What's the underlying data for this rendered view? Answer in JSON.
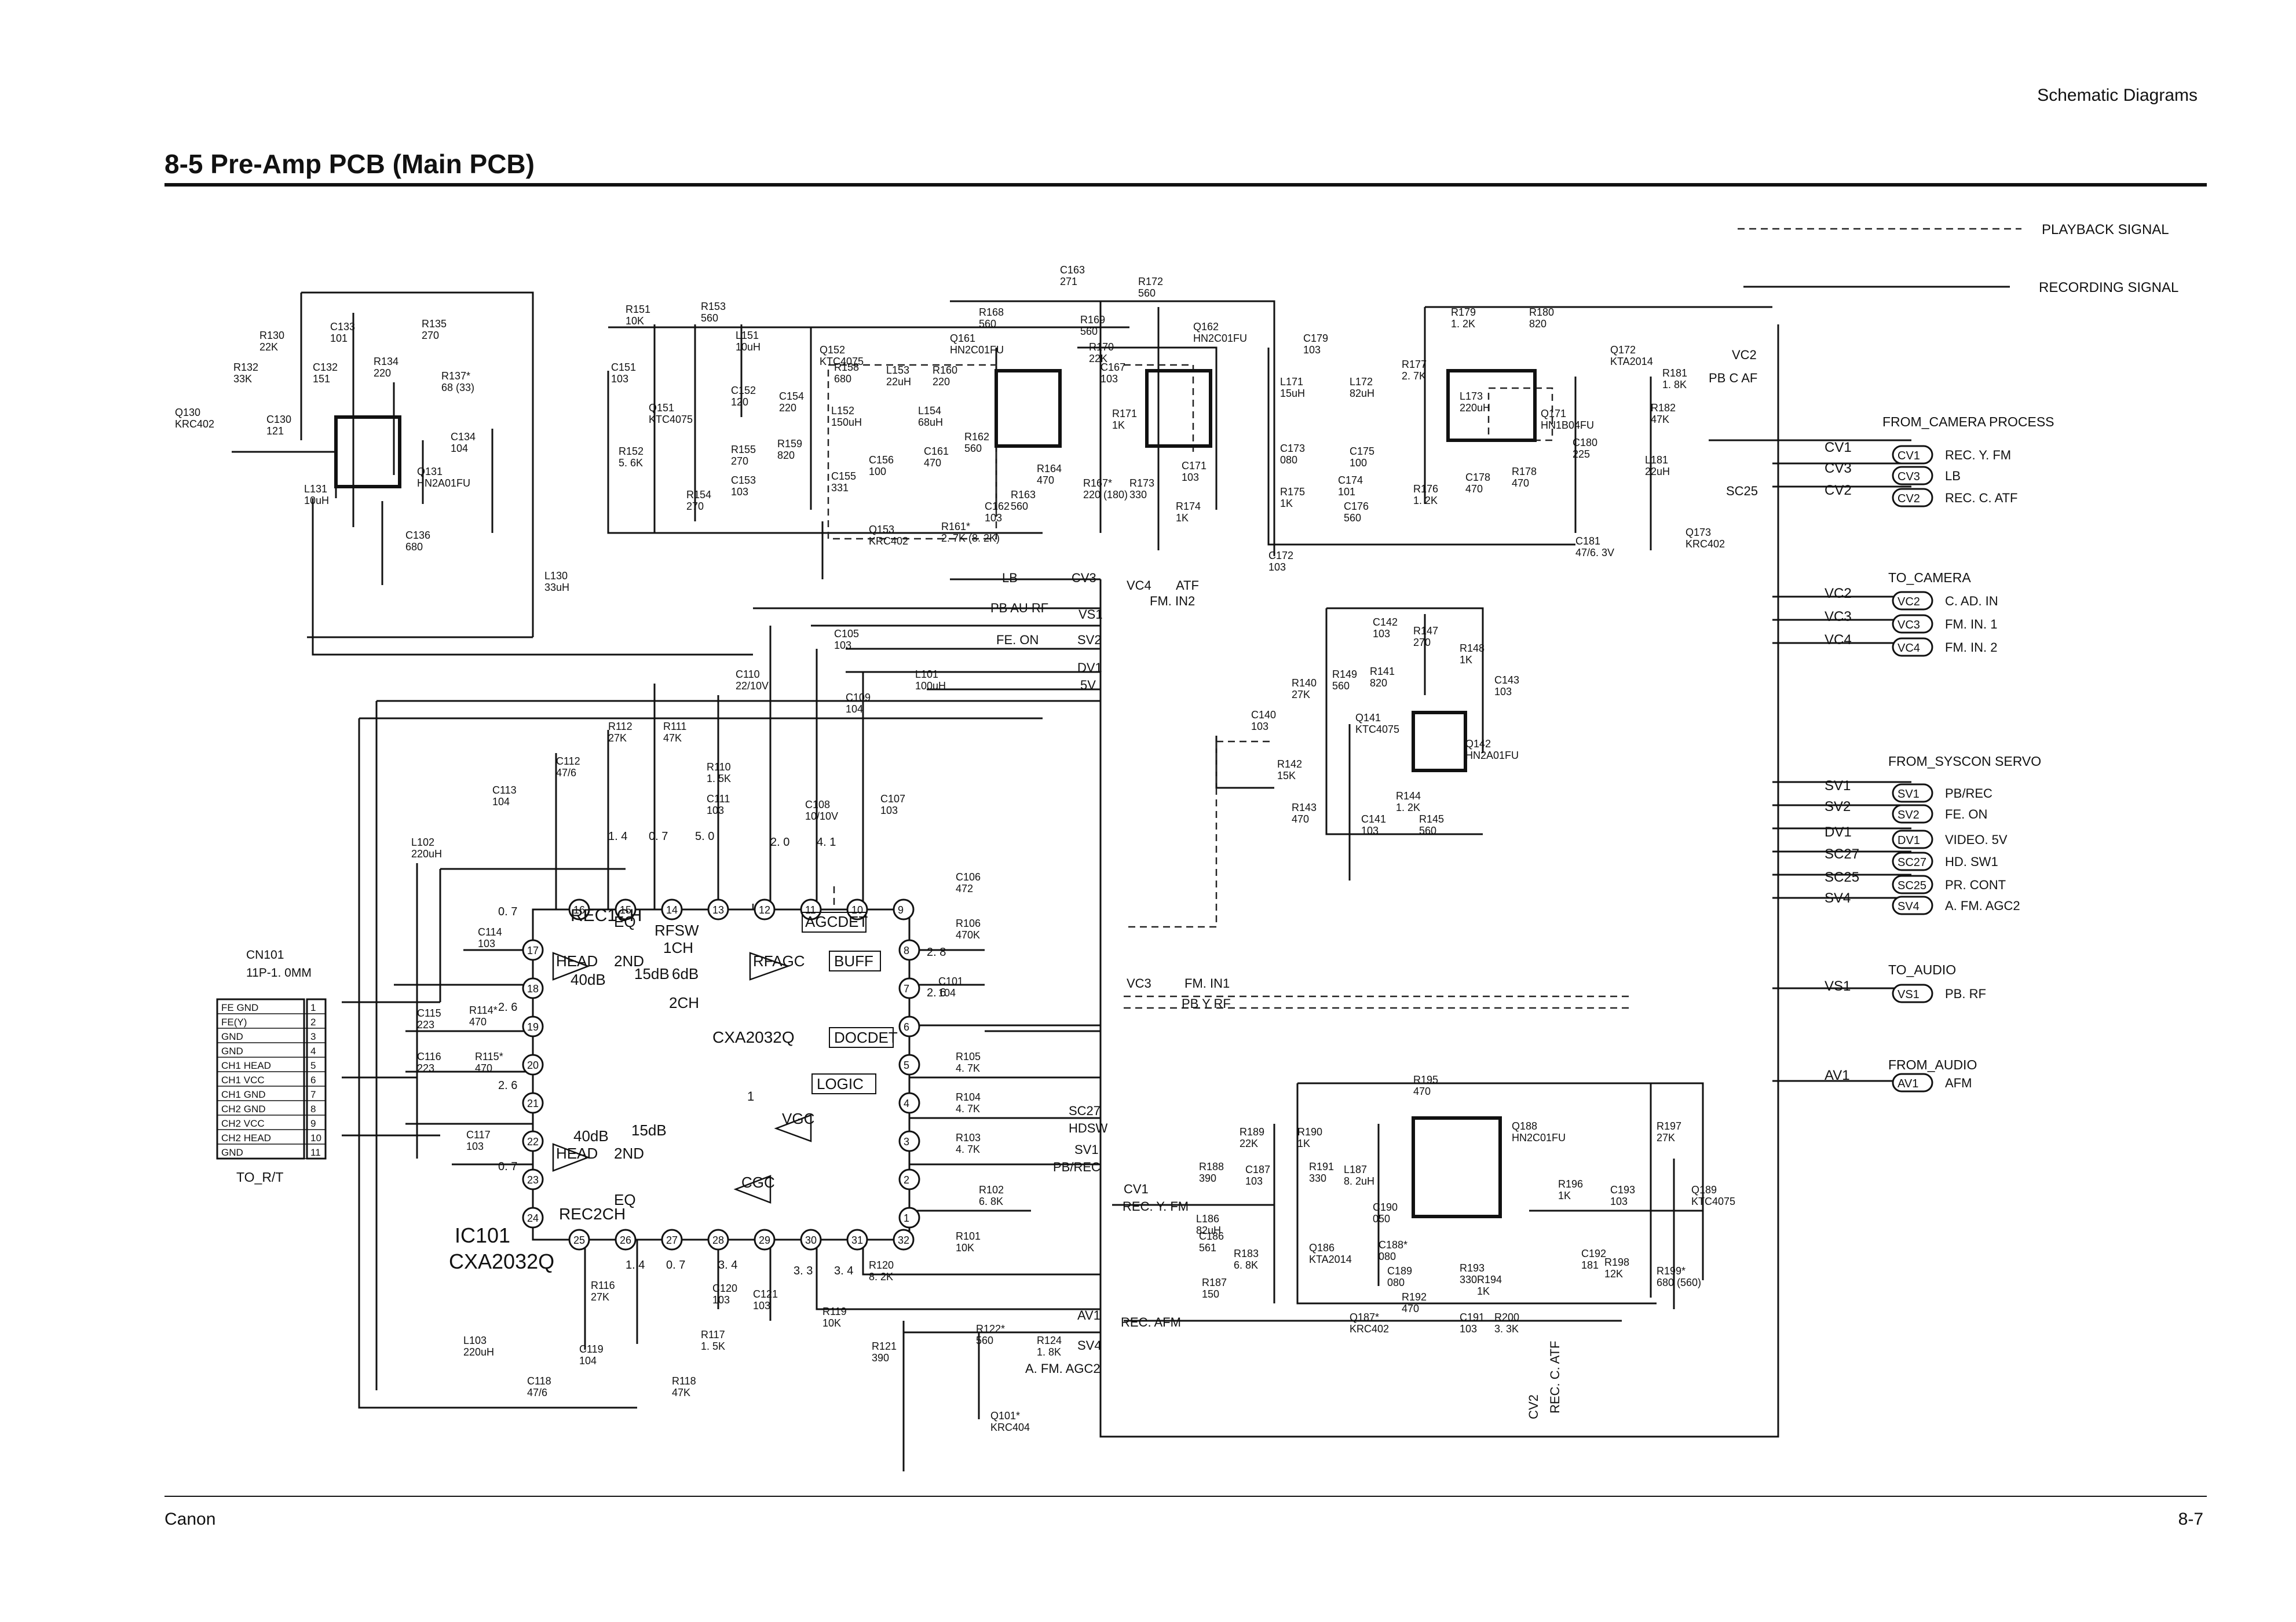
{
  "header": {
    "section": "Schematic Diagrams",
    "title": "8-5 Pre-Amp PCB (Main PCB)"
  },
  "footer": {
    "brand": "Canon",
    "page": "8-7"
  },
  "legend": {
    "playback": "PLAYBACK SIGNAL",
    "recording": "RECORDING SIGNAL"
  },
  "groups": {
    "from_camera_process": "FROM_CAMERA PROCESS",
    "to_camera": "TO_CAMERA",
    "from_syscon_servo": "FROM_SYSCON SERVO",
    "to_audio": "TO_AUDIO",
    "from_audio": "FROM_AUDIO",
    "to_rt": "TO_R/T"
  },
  "connectors": [
    {
      "net": "CV1",
      "tag": "CV1",
      "desc": "REC. Y. FM"
    },
    {
      "net": "CV3",
      "tag": "CV3",
      "desc": "LB"
    },
    {
      "net": "CV2",
      "tag": "CV2",
      "desc": "REC. C. ATF"
    },
    {
      "net": "VC2",
      "tag": "VC2",
      "desc": "C. AD. IN"
    },
    {
      "net": "VC3",
      "tag": "VC3",
      "desc": "FM. IN. 1"
    },
    {
      "net": "VC4",
      "tag": "VC4",
      "desc": "FM. IN. 2"
    },
    {
      "net": "SV1",
      "tag": "SV1",
      "desc": "PB/REC"
    },
    {
      "net": "SV2",
      "tag": "SV2",
      "desc": "FE. ON"
    },
    {
      "net": "DV1",
      "tag": "DV1",
      "desc": "VIDEO. 5V"
    },
    {
      "net": "SC27",
      "tag": "SC27",
      "desc": "HD. SW1"
    },
    {
      "net": "SC25",
      "tag": "SC25",
      "desc": "PR. CONT"
    },
    {
      "net": "SV4",
      "tag": "SV4",
      "desc": "A. FM. AGC2"
    },
    {
      "net": "VS1",
      "tag": "VS1",
      "desc": "PB. RF"
    },
    {
      "net": "AV1",
      "tag": "AV1",
      "desc": "AFM"
    }
  ],
  "cn101": {
    "ref": "CN101",
    "type": "11P-1. 0MM",
    "pins": [
      {
        "name": "FE GND",
        "num": "1"
      },
      {
        "name": "FE(Y)",
        "num": "2"
      },
      {
        "name": "GND",
        "num": "3"
      },
      {
        "name": "GND",
        "num": "4"
      },
      {
        "name": "CH1 HEAD",
        "num": "5"
      },
      {
        "name": "CH1 VCC",
        "num": "6"
      },
      {
        "name": "CH1 GND",
        "num": "7"
      },
      {
        "name": "CH2 GND",
        "num": "8"
      },
      {
        "name": "CH2 VCC",
        "num": "9"
      },
      {
        "name": "CH2 HEAD",
        "num": "10"
      },
      {
        "name": "GND",
        "num": "11"
      }
    ]
  },
  "ic101": {
    "ref": "IC101",
    "part": "CXA2032Q",
    "blocks": {
      "rec1": "REC1CH",
      "rec2": "REC2CH",
      "head": "HEAD",
      "gain40": "40dB",
      "gain15": "15dB",
      "second": "2ND",
      "eq": "EQ",
      "rfsw": "RFSW",
      "ch1": "1CH",
      "ch2": "2CH",
      "db6": "6dB",
      "rfagc": "RFAGC",
      "agcdet": "AGCDET",
      "buff": "BUFF",
      "docdet": "DOCDET",
      "logic": "LOGIC",
      "vgc": "VGC",
      "cgc": "CGC",
      "one": "1"
    },
    "pins_top": [
      "16",
      "15",
      "14",
      "13",
      "12",
      "11",
      "10",
      "9"
    ],
    "pins_left": [
      "17",
      "18",
      "19",
      "20",
      "21",
      "22",
      "23",
      "24"
    ],
    "pins_right": [
      "8",
      "7",
      "6",
      "5",
      "4",
      "3",
      "2",
      "1"
    ],
    "pins_bottom": [
      "25",
      "26",
      "27",
      "28",
      "29",
      "30",
      "31",
      "32"
    ],
    "voltages": [
      "1. 4",
      "0. 7",
      "5. 0",
      "2. 0",
      "4. 1",
      "0. 7",
      "2. 6",
      "2. 6",
      "0. 7",
      "1. 4",
      "0. 7",
      "3. 4",
      "3. 3",
      "3. 4",
      "2. 8",
      "2. 6"
    ]
  },
  "components": [
    {
      "ref": "R130",
      "val": "22K"
    },
    {
      "ref": "C133",
      "val": "101"
    },
    {
      "ref": "R135",
      "val": "270"
    },
    {
      "ref": "R132",
      "val": "33K"
    },
    {
      "ref": "C132",
      "val": "151"
    },
    {
      "ref": "R134",
      "val": "220"
    },
    {
      "ref": "R137*",
      "val": "68 (33)"
    },
    {
      "ref": "Q130",
      "val": "KRC402"
    },
    {
      "ref": "C130",
      "val": "121"
    },
    {
      "ref": "C134",
      "val": "104"
    },
    {
      "ref": "L131",
      "val": "10uH"
    },
    {
      "ref": "Q131",
      "val": "HN2A01FU"
    },
    {
      "ref": "C136",
      "val": "680"
    },
    {
      "ref": "L130",
      "val": "33uH"
    },
    {
      "ref": "R151",
      "val": "10K"
    },
    {
      "ref": "R153",
      "val": "560"
    },
    {
      "ref": "L151",
      "val": "10uH"
    },
    {
      "ref": "Q152",
      "val": "KTC4075"
    },
    {
      "ref": "C151",
      "val": "103"
    },
    {
      "ref": "Q151",
      "val": "KTC4075"
    },
    {
      "ref": "C152",
      "val": "120"
    },
    {
      "ref": "C154",
      "val": "220"
    },
    {
      "ref": "R158",
      "val": "680"
    },
    {
      "ref": "L153",
      "val": "22uH"
    },
    {
      "ref": "R160",
      "val": "220"
    },
    {
      "ref": "L152",
      "val": "150uH"
    },
    {
      "ref": "L154",
      "val": "68uH"
    },
    {
      "ref": "R152",
      "val": "5. 6K"
    },
    {
      "ref": "R155",
      "val": "270"
    },
    {
      "ref": "R159",
      "val": "820"
    },
    {
      "ref": "C156",
      "val": "100"
    },
    {
      "ref": "C161",
      "val": "470"
    },
    {
      "ref": "R162",
      "val": "560"
    },
    {
      "ref": "C153",
      "val": "103"
    },
    {
      "ref": "C155",
      "val": "331"
    },
    {
      "ref": "R154",
      "val": "270"
    },
    {
      "ref": "Q153",
      "val": "KRC402"
    },
    {
      "ref": "R161*",
      "val": "2. 7K (8. 2K)"
    },
    {
      "ref": "C162",
      "val": "103"
    },
    {
      "ref": "R163",
      "val": "560"
    },
    {
      "ref": "C163",
      "val": "271"
    },
    {
      "ref": "R172",
      "val": "560"
    },
    {
      "ref": "R168",
      "val": "560"
    },
    {
      "ref": "R169",
      "val": "560"
    },
    {
      "ref": "Q161",
      "val": "HN2C01FU"
    },
    {
      "ref": "Q162",
      "val": "HN2C01FU"
    },
    {
      "ref": "R170",
      "val": "22K"
    },
    {
      "ref": "C167",
      "val": "103"
    },
    {
      "ref": "R171",
      "val": "1K"
    },
    {
      "ref": "R164",
      "val": "470"
    },
    {
      "ref": "R167*",
      "val": "220 (180)"
    },
    {
      "ref": "R173",
      "val": "330"
    },
    {
      "ref": "C171",
      "val": "103"
    },
    {
      "ref": "R174",
      "val": "1K"
    },
    {
      "ref": "C179",
      "val": "103"
    },
    {
      "ref": "L171",
      "val": "15uH"
    },
    {
      "ref": "L172",
      "val": "82uH"
    },
    {
      "ref": "R177",
      "val": "2. 7K"
    },
    {
      "ref": "C173",
      "val": "080"
    },
    {
      "ref": "C175",
      "val": "100"
    },
    {
      "ref": "C174",
      "val": "101"
    },
    {
      "ref": "R175",
      "val": "1K"
    },
    {
      "ref": "C176",
      "val": "560"
    },
    {
      "ref": "R176",
      "val": "1. 2K"
    },
    {
      "ref": "C172",
      "val": "103"
    },
    {
      "ref": "R179",
      "val": "1. 2K"
    },
    {
      "ref": "R180",
      "val": "820"
    },
    {
      "ref": "L173",
      "val": "220uH"
    },
    {
      "ref": "C178",
      "val": "470"
    },
    {
      "ref": "R178",
      "val": "470"
    },
    {
      "ref": "Q171",
      "val": "HN1B04FU"
    },
    {
      "ref": "Q172",
      "val": "KTA2014"
    },
    {
      "ref": "R181",
      "val": "1. 8K"
    },
    {
      "ref": "R182",
      "val": "47K"
    },
    {
      "ref": "C180",
      "val": "225"
    },
    {
      "ref": "L181",
      "val": "22uH"
    },
    {
      "ref": "C181",
      "val": "47/6. 3V"
    },
    {
      "ref": "Q173",
      "val": "KRC402"
    },
    {
      "ref": "C105",
      "val": "103"
    },
    {
      "ref": "L101",
      "val": "100uH"
    },
    {
      "ref": "C110",
      "val": "22/10V"
    },
    {
      "ref": "C109",
      "val": "104"
    },
    {
      "ref": "R112",
      "val": "27K"
    },
    {
      "ref": "R111",
      "val": "47K"
    },
    {
      "ref": "C112",
      "val": "47/6"
    },
    {
      "ref": "R110",
      "val": "1. 5K"
    },
    {
      "ref": "C111",
      "val": "103"
    },
    {
      "ref": "C108",
      "val": "10/10V"
    },
    {
      "ref": "C107",
      "val": "103"
    },
    {
      "ref": "C113",
      "val": "104"
    },
    {
      "ref": "L102",
      "val": "220uH"
    },
    {
      "ref": "C106",
      "val": "472"
    },
    {
      "ref": "R106",
      "val": "470K"
    },
    {
      "ref": "C114",
      "val": "103"
    },
    {
      "ref": "C101",
      "val": "104"
    },
    {
      "ref": "C115",
      "val": "223"
    },
    {
      "ref": "R114*",
      "val": "470"
    },
    {
      "ref": "C116",
      "val": "223"
    },
    {
      "ref": "R115*",
      "val": "470"
    },
    {
      "ref": "R105",
      "val": "4. 7K"
    },
    {
      "ref": "R104",
      "val": "4. 7K"
    },
    {
      "ref": "R103",
      "val": "4. 7K"
    },
    {
      "ref": "C117",
      "val": "103"
    },
    {
      "ref": "R102",
      "val": "6. 8K"
    },
    {
      "ref": "R101",
      "val": "10K"
    },
    {
      "ref": "R120",
      "val": "8. 2K"
    },
    {
      "ref": "R116",
      "val": "27K"
    },
    {
      "ref": "C120",
      "val": "103"
    },
    {
      "ref": "C121",
      "val": "103"
    },
    {
      "ref": "R119",
      "val": "10K"
    },
    {
      "ref": "R117",
      "val": "1. 5K"
    },
    {
      "ref": "L103",
      "val": "220uH"
    },
    {
      "ref": "C119",
      "val": "104"
    },
    {
      "ref": "C118",
      "val": "47/6"
    },
    {
      "ref": "R118",
      "val": "47K"
    },
    {
      "ref": "R122*",
      "val": "560"
    },
    {
      "ref": "R124",
      "val": "1. 8K"
    },
    {
      "ref": "R121",
      "val": "390"
    },
    {
      "ref": "Q101*",
      "val": "KRC404"
    },
    {
      "ref": "C142",
      "val": "103"
    },
    {
      "ref": "R147",
      "val": "270"
    },
    {
      "ref": "R148",
      "val": "1K"
    },
    {
      "ref": "C143",
      "val": "103"
    },
    {
      "ref": "R149",
      "val": "560"
    },
    {
      "ref": "R141",
      "val": "820"
    },
    {
      "ref": "R140",
      "val": "27K"
    },
    {
      "ref": "Q141",
      "val": "KTC4075"
    },
    {
      "ref": "Q142",
      "val": "HN2A01FU"
    },
    {
      "ref": "C140",
      "val": "103"
    },
    {
      "ref": "R142",
      "val": "15K"
    },
    {
      "ref": "R144",
      "val": "1. 2K"
    },
    {
      "ref": "R143",
      "val": "470"
    },
    {
      "ref": "C141",
      "val": "103"
    },
    {
      "ref": "R145",
      "val": "560"
    },
    {
      "ref": "R195",
      "val": "470"
    },
    {
      "ref": "R189",
      "val": "22K"
    },
    {
      "ref": "R190",
      "val": "1K"
    },
    {
      "ref": "Q188",
      "val": "HN2C01FU"
    },
    {
      "ref": "R197",
      "val": "27K"
    },
    {
      "ref": "R188",
      "val": "390"
    },
    {
      "ref": "C187",
      "val": "103"
    },
    {
      "ref": "R191",
      "val": "330"
    },
    {
      "ref": "L187",
      "val": "8. 2uH"
    },
    {
      "ref": "L186",
      "val": "82uH"
    },
    {
      "ref": "C190",
      "val": "050"
    },
    {
      "ref": "R196",
      "val": "1K"
    },
    {
      "ref": "C193",
      "val": "103"
    },
    {
      "ref": "Q189",
      "val": "KTC4075"
    },
    {
      "ref": "C186",
      "val": "561"
    },
    {
      "ref": "R183",
      "val": "6. 8K"
    },
    {
      "ref": "Q186",
      "val": "KTA2014"
    },
    {
      "ref": "C188*",
      "val": "080"
    },
    {
      "ref": "C189",
      "val": "080"
    },
    {
      "ref": "R193",
      "val": "330"
    },
    {
      "ref": "R194",
      "val": "1K"
    },
    {
      "ref": "C192",
      "val": "181"
    },
    {
      "ref": "R198",
      "val": "12K"
    },
    {
      "ref": "R199*",
      "val": "680 (560)"
    },
    {
      "ref": "R187",
      "val": "150"
    },
    {
      "ref": "R192",
      "val": "470"
    },
    {
      "ref": "Q187*",
      "val": "KRC402"
    },
    {
      "ref": "C191",
      "val": "103"
    },
    {
      "ref": "R200",
      "val": "3. 3K"
    }
  ],
  "nets": {
    "lb": "LB",
    "cv3": "CV3",
    "vc4": "VC4",
    "atf": "ATF",
    "fm_in2": "FM. IN2",
    "pb_au_rf": "PB AU RF",
    "vs1": "VS1",
    "fe_on": "FE. ON",
    "sv2": "SV2",
    "dv1": "DV1",
    "v5": "5V",
    "vc3": "VC3",
    "fm_in1": "FM. IN1",
    "pb_y_rf": "PB Y RF",
    "sc27": "SC27",
    "hdsw": "HDSW",
    "sv1": "SV1",
    "pb_rec": "PB/REC",
    "av1": "AV1",
    "sv4": "SV4",
    "afm_agc2": "A. FM. AGC2",
    "rec_afm": "REC. AFM",
    "cv1": "CV1",
    "rec_y_fm": "REC. Y. FM",
    "cv2": "CV2",
    "rec_c_atf": "REC. C. ATF",
    "vc2": "VC2",
    "pb_c_af": "PB C AF",
    "sc25": "SC25"
  }
}
